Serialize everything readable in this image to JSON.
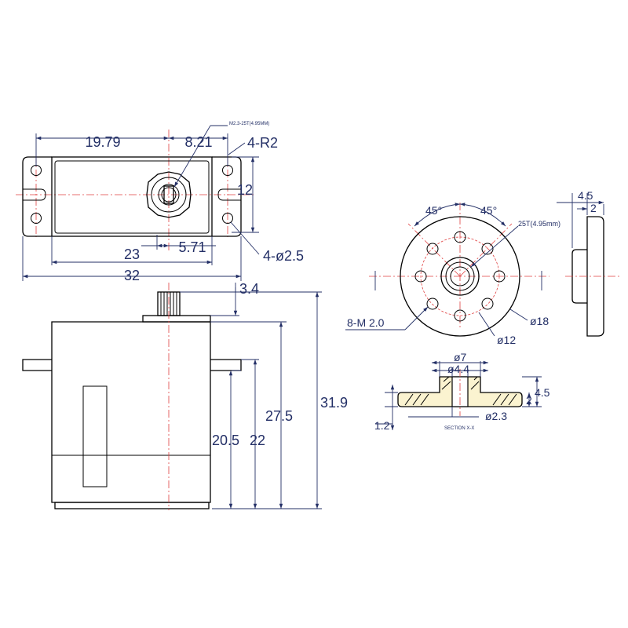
{
  "top_view": {
    "dim_19_79": "19.79",
    "dim_8_21": "8.21",
    "radius": "4-R2",
    "spline": "M2.3-25T(4.95MM)",
    "dim_12": "12",
    "dim_5_71": "5.71",
    "dim_23": "23",
    "dim_32": "32",
    "holes": "4-ø2.5"
  },
  "front_view": {
    "dim_3_4": "3.4",
    "dim_31_9": "31.9",
    "dim_27_5": "27.5",
    "dim_22": "22",
    "dim_20_5": "20.5"
  },
  "horn_view": {
    "angle_left": "45°",
    "angle_right": "45°",
    "spline": "25T(4.95mm)",
    "holes": "8-M 2.0",
    "dia_18": "ø18",
    "dia_12": "ø12"
  },
  "horn_side": {
    "dim_4_5": "4.5",
    "dim_2": "2"
  },
  "section": {
    "dia_7": "ø7",
    "dia_4_4": "ø4.4",
    "dim_4_5": "4.5",
    "dim_2": "2",
    "dim_1_2": "1.2",
    "dia_2_3": "ø2.3",
    "caption": "SECTION X-X"
  },
  "colors": {
    "outline": "#000000",
    "dimension": "#232f66",
    "centerline": "#e04040",
    "section_fill": "#fbf3d0"
  }
}
